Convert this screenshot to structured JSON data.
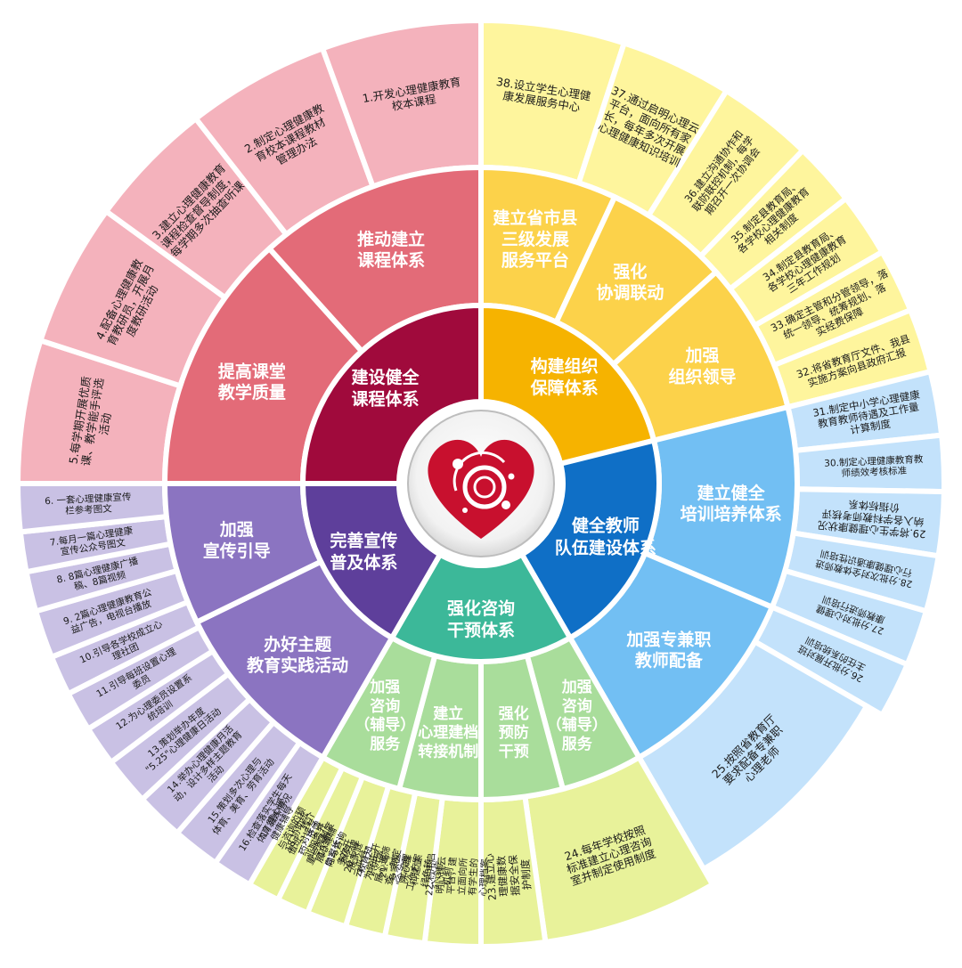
{
  "center": {
    "icon": "heart-icon"
  },
  "sectors": [
    {
      "key": "course",
      "title": "建设健全\n课程体系",
      "colors": {
        "inner": "#a00a3c",
        "mid": "#e36b78",
        "outer": "#f4b2bc"
      },
      "groups": [
        {
          "label": "提高课堂\n教学质量"
        },
        {
          "label": "推动建立\n课程体系"
        }
      ],
      "items": [
        {
          "text": "5.每学期开展优质\n课、教学能手评选\n活动"
        },
        {
          "text": "4.配备心理健康教\n育教研员，开展月\n度教研活动"
        },
        {
          "text": "3.建立心理健康教育\n课程检查督导制度，\n每学期多次抽查听课"
        },
        {
          "text": "2.制定心理健康教\n育校本课程教材\n管理办法"
        },
        {
          "text": "1.开发心理健康教育\n校本课程"
        }
      ]
    },
    {
      "key": "org",
      "title": "构建组织\n保障体系",
      "colors": {
        "inner": "#f6b300",
        "mid": "#fcd24a",
        "outer": "#fef59d"
      },
      "groups": [
        {
          "label": "建立省市县\n三级发展\n服务平台"
        },
        {
          "label": "强化\n协调联动"
        },
        {
          "label": "加强\n组织领导"
        }
      ],
      "items": [
        {
          "text": "38.设立学生心理健\n康发展服务中心"
        },
        {
          "text": "37.通过启明心理云\n平台，面向所有家\n长，每年多次开展\n心理健康知识培训"
        },
        {
          "text": "36.建立沟通协作和\n联防联控机制，每学\n期召开一次协调会"
        },
        {
          "text": "35.制定县教育局、\n各学校心理健康教育\n相关制度"
        },
        {
          "text": "34.制定县教育局、\n各学校心理健康教育\n三年工作规划"
        },
        {
          "text": "33.确定主管和分管领导，落\n统一领导、统筹规划、落\n实经费保障"
        },
        {
          "text": "32.将省教育厅文件、我县\n实施方案向县政府汇报"
        }
      ]
    },
    {
      "key": "teacher",
      "title": "健全教师\n队伍建设体系",
      "colors": {
        "inner": "#0f6fc6",
        "mid": "#72bff3",
        "outer": "#c3e2fb"
      },
      "groups": [
        {
          "label": "建立健全\n培训培养体系"
        },
        {
          "label": "加强专兼职\n教师配备"
        }
      ],
      "items": [
        {
          "text": "31.制定中小学心理健康\n教育教师待遇及工作量\n计算制度"
        },
        {
          "text": "30.制定心理健康教育教\n师绩效考核标准"
        },
        {
          "text": "29.将学生心理健康状况\n纳入各学科教师考核评\n价指标体系"
        },
        {
          "text": "28.分批次对全体教师进\n行心理健康通识性培训"
        },
        {
          "text": "27.分批对心理健\n康教师进行培训"
        },
        {
          "text": "26.分批开展对班\n主任的系统培训"
        },
        {
          "text": "25.按照省教育厅\n要求配备专兼职\n心理老师"
        }
      ]
    },
    {
      "key": "consult",
      "title": "强化咨询\n干预体系",
      "colors": {
        "inner": "#3cb899",
        "mid": "#a9dd9b",
        "outer": "#e8f29a"
      },
      "groups": [
        {
          "label": "加强\n咨询\n（辅导）\n服务"
        },
        {
          "label": "强化\n预防\n干预"
        },
        {
          "label": "建立\n心理建档\n转接机制"
        },
        {
          "label": "加强\n咨询\n（辅导）\n服务"
        }
      ],
      "items": [
        {
          "text": "24.每年学校按照\n标准建立心理咨询\n室并制定使用制度"
        },
        {
          "text": "23.建立心\n理健康数\n据安全保\n护制度"
        },
        {
          "text": "22.利用启\n明心理云\n平台，建\n立面向所\n有学生的\n心理档案"
        },
        {
          "text": "21.与\n多家医\n院心理\n科建立\n绿色转\n介诊疗\n机制"
        },
        {
          "text": "20.心理\n云平台，\n为学生开\n展心理筛\n查，制定\n\"全流程\n工作方案"
        },
        {
          "text": "19.面\n向家长，\n多次开\n展家庭\n教育知\n识讲座"
        },
        {
          "text": "18.协助统\n一对接专\n业服务开\n展心理辅\n导与咨询\n服务"
        },
        {
          "text": "17.建心理\n健康辅导\n与咨询的预\n值班、转介\n约、反馈\n重点等制度"
        }
      ]
    },
    {
      "key": "publicity",
      "title": "完善宣传\n普及体系",
      "colors": {
        "inner": "#5e3f9b",
        "mid": "#8b74c1",
        "outer": "#c9c1e4"
      },
      "groups": [
        {
          "label": "办好主题\n教育实践活动"
        },
        {
          "label": "加强\n宣传引导"
        }
      ],
      "items": [
        {
          "text": "16.检查落实学生每天\n体育锻炼情况"
        },
        {
          "text": "15.策划多次心理与\n体育、美育、劳育活动"
        },
        {
          "text": "14.举办心理健康月活\n动，设计多样主题教育\n活动"
        },
        {
          "text": "13.策划举办年度\n\"5.25\"心理健康日活动"
        },
        {
          "text": "12.为心理委员设置系\n统培训"
        },
        {
          "text": "11.引导每班设置心理\n委员"
        },
        {
          "text": "10.引导各学校成立心\n理社团"
        },
        {
          "text": "9. 2篇心理健康教育公\n益广告，电视台播放"
        },
        {
          "text": "8. 8篇心理健康广播\n稿、8篇视频"
        },
        {
          "text": "7.每月一篇心理健康\n宣传公众号图文"
        },
        {
          "text": "6. 一套心理健康宣传\n栏参考图文"
        }
      ]
    }
  ]
}
